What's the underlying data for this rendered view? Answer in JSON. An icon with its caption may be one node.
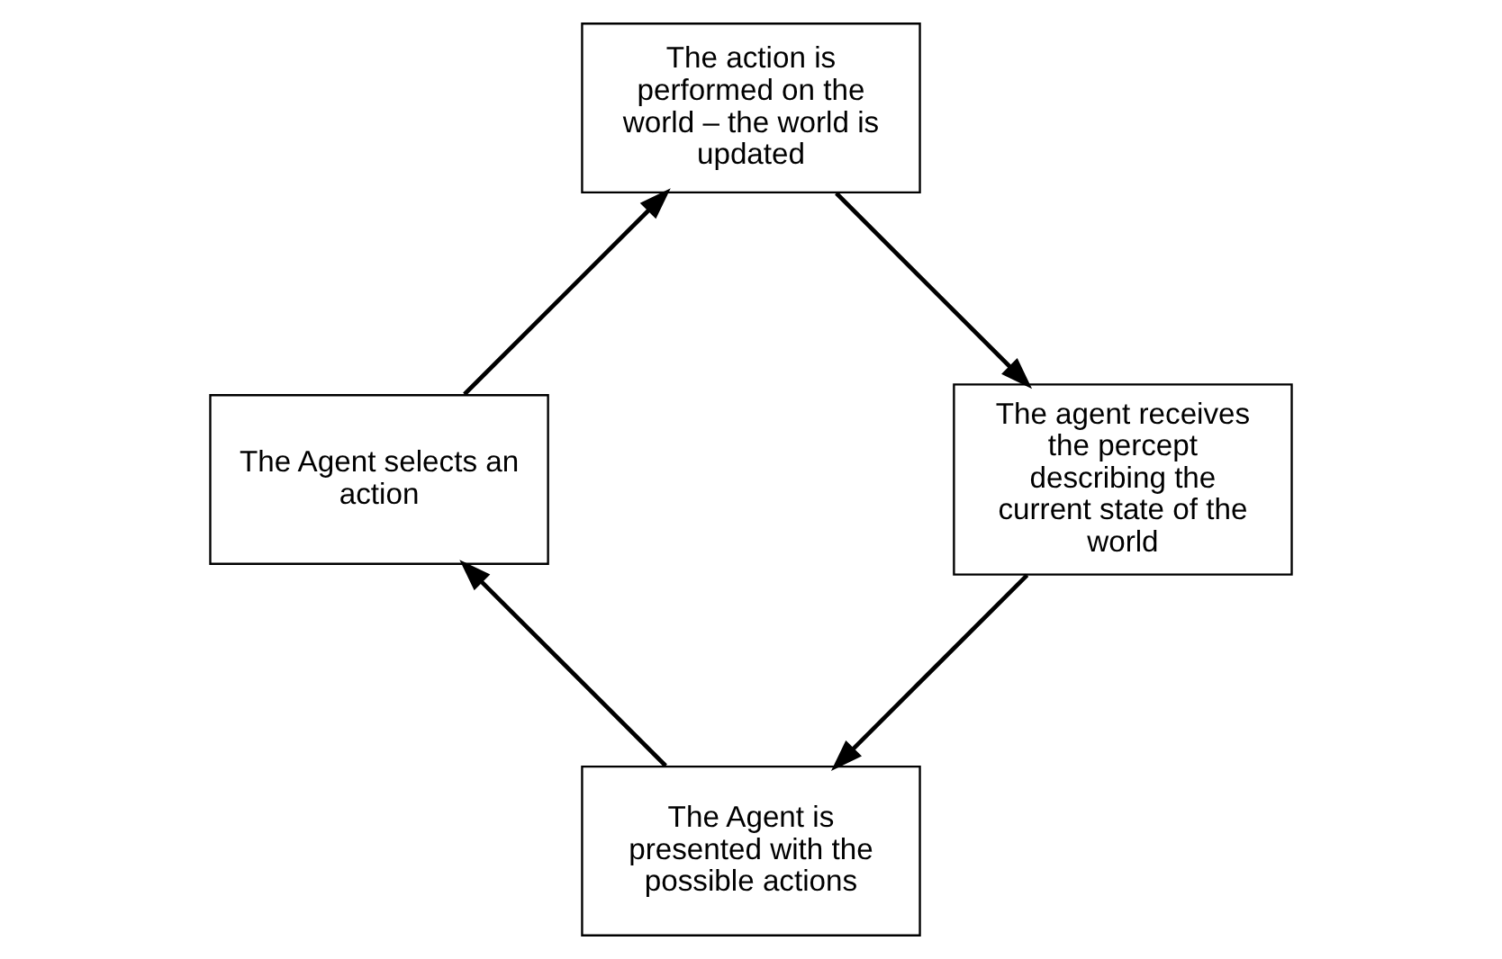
{
  "diagram": {
    "nodes": [
      {
        "text": [
          "The Agent is presented with the possible actions"
        ]
      },
      {
        "text": [
          "The Agent selects an action"
        ]
      },
      {
        "text": [
          "The action is performed on the world – the world is updated"
        ]
      },
      {
        "text": [
          "The agent receives the percept describing the current state of the world"
        ]
      }
    ],
    "edges": [
      {
        "from": 0,
        "to": 1,
        "arrow": "to"
      },
      {
        "from": 1,
        "to": 2,
        "arrow": "to"
      },
      {
        "from": 2,
        "to": 3,
        "arrow": "to"
      },
      {
        "from": 3,
        "to": 0,
        "arrow": "to"
      }
    ]
  }
}
